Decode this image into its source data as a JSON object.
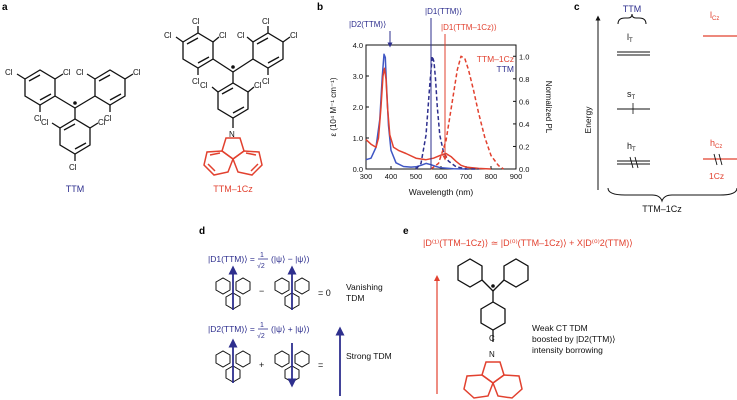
{
  "colors": {
    "blue": "#2e2f8e",
    "red": "#e2412f",
    "black": "#111111",
    "mid_blue": "#3f56c4"
  },
  "panels": {
    "a": "a",
    "b": "b",
    "c": "c",
    "d": "d",
    "e": "e"
  },
  "panel_a": {
    "ttm_label": "TTM",
    "ttm1cz_label": "TTM–1Cz",
    "cl": "Cl",
    "n": "N"
  },
  "panel_b": {
    "label_d2": "|D2(TTM)⟩",
    "label_d1": "|D1(TTM)⟩",
    "label_d1cz": "|D1(TTM–1Cz)⟩",
    "legend_cz": "TTM–1Cz",
    "legend_ttm": "TTM",
    "xlabel": "Wavelength (nm)",
    "ylabel_left": "ε (10⁴ M⁻¹ cm⁻¹)",
    "ylabel_right": "Normalized PL",
    "xticks": [
      "300",
      "400",
      "500",
      "600",
      "700",
      "800",
      "900"
    ],
    "yticks_left": [
      "0.0",
      "1.0",
      "2.0",
      "3.0",
      "4.0"
    ],
    "yticks_right": [
      "0.0",
      "0.2",
      "0.4",
      "0.6",
      "0.8",
      "1.0"
    ]
  },
  "chart_data": {
    "type": "line",
    "xlabel": "Wavelength (nm)",
    "ylabel": "ε (10⁴ M⁻¹ cm⁻¹)",
    "y2label": "Normalized PL",
    "xlim": [
      300,
      900
    ],
    "ylim": [
      0,
      4
    ],
    "y2lim": [
      0,
      1.1
    ],
    "series": [
      {
        "name": "TTM",
        "axis": "left",
        "style": "solid",
        "color": "#3f56c4",
        "x": [
          300,
          320,
          340,
          355,
          365,
          372,
          377,
          382,
          390,
          400,
          420,
          450,
          480,
          500,
          520,
          540,
          560,
          580,
          600,
          650,
          700
        ],
        "y": [
          0.3,
          0.35,
          0.7,
          1.6,
          3.0,
          3.7,
          3.6,
          2.7,
          1.4,
          0.6,
          0.2,
          0.08,
          0.06,
          0.07,
          0.12,
          0.18,
          0.14,
          0.08,
          0.04,
          0.01,
          0.0
        ]
      },
      {
        "name": "TTM–1Cz",
        "axis": "left",
        "style": "solid",
        "color": "#e2412f",
        "x": [
          300,
          320,
          340,
          350,
          360,
          368,
          374,
          380,
          386,
          395,
          410,
          430,
          460,
          500,
          540,
          570,
          600,
          620,
          640,
          660,
          680,
          700,
          750,
          800
        ],
        "y": [
          0.95,
          0.8,
          0.7,
          1.0,
          2.0,
          3.0,
          3.25,
          2.9,
          2.0,
          1.1,
          0.7,
          0.6,
          0.5,
          0.35,
          0.3,
          0.35,
          0.45,
          0.5,
          0.4,
          0.25,
          0.12,
          0.06,
          0.02,
          0.0
        ]
      },
      {
        "name": "TTM PL",
        "axis": "right",
        "style": "dashed",
        "color": "#2e2f8e",
        "x": [
          500,
          520,
          540,
          555,
          565,
          572,
          578,
          585,
          595,
          610,
          630,
          660,
          700,
          750
        ],
        "y": [
          0.0,
          0.05,
          0.3,
          0.75,
          1.0,
          0.95,
          0.8,
          0.55,
          0.3,
          0.15,
          0.07,
          0.02,
          0.0,
          0.0
        ]
      },
      {
        "name": "TTM–1Cz PL",
        "axis": "right",
        "style": "dashed",
        "color": "#e2412f",
        "x": [
          560,
          590,
          620,
          645,
          665,
          680,
          695,
          710,
          730,
          750,
          775,
          800,
          830,
          850
        ],
        "y": [
          0.0,
          0.05,
          0.25,
          0.6,
          0.88,
          1.0,
          0.98,
          0.88,
          0.7,
          0.5,
          0.28,
          0.12,
          0.03,
          0.0
        ]
      }
    ]
  },
  "panel_c": {
    "ttm_label": "TTM",
    "lcz": "l",
    "lcz_sub": "Cz",
    "lt": "l",
    "lt_sub": "T",
    "st": "s",
    "st_sub": "T",
    "ht": "h",
    "ht_sub": "T",
    "hcz": "h",
    "hcz_sub": "Cz",
    "onecz": "1Cz",
    "energy": "Energy",
    "bottom_label": "TTM–1Cz"
  },
  "panel_d": {
    "eq1_lhs": "|D1(TTM)⟩ =",
    "eq1_rhs": "(|ψ⟩ − |ψ⟩)",
    "eq2_lhs": "|D2(TTM)⟩ =",
    "eq2_rhs": "(|ψ⟩ + |ψ⟩)",
    "frac_num": "1",
    "frac_den": "√2",
    "minus": "−",
    "plus": "+",
    "equals_zero": "= 0",
    "equals": "=",
    "vanishing_1": "Vanishing",
    "vanishing_2": "TDM",
    "strong": "Strong TDM"
  },
  "panel_e": {
    "equation": "|D⁽¹⁾(TTM–1Cz)⟩ ≃ |D⁽⁰⁾(TTM–1Cz)⟩ + X|D⁽⁰⁾2(TTM)⟩",
    "c_plus": "C",
    "n_plus": "N",
    "text_1": "Weak CT TDM",
    "text_2": "boosted by |D2(TTM)⟩",
    "text_3": "intensity borrowing"
  }
}
